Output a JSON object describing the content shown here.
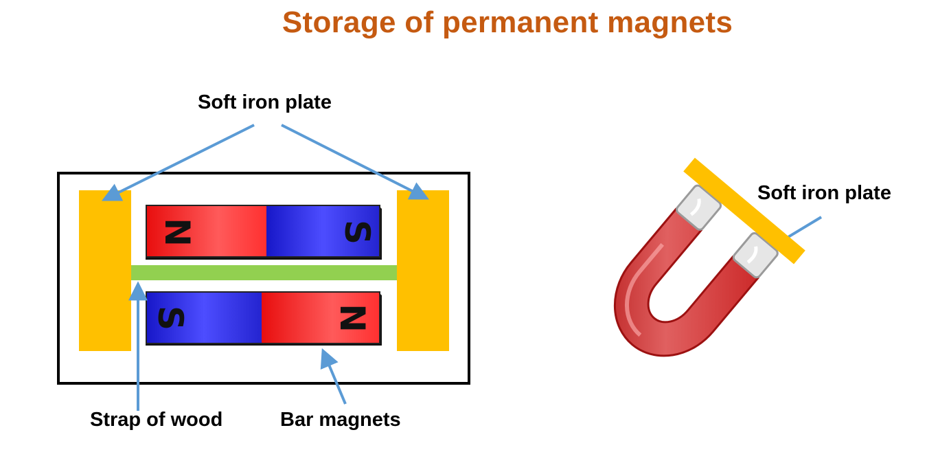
{
  "title": "Storage of permanent magnets",
  "labels": {
    "soft_iron_plate_left": "Soft iron plate",
    "soft_iron_plate_right": "Soft iron plate",
    "strap_of_wood": "Strap of wood",
    "bar_magnets": "Bar magnets"
  },
  "poles": {
    "upper_left": "N",
    "upper_right": "S",
    "lower_left": "S",
    "lower_right": "N"
  },
  "colors": {
    "title": "#c55a11",
    "soft_iron": "#ffc000",
    "wood_strap": "#92d050",
    "magnet_north": "#ff2b2b",
    "magnet_south": "#2b2bdc",
    "arrow": "#5b9bd5"
  }
}
